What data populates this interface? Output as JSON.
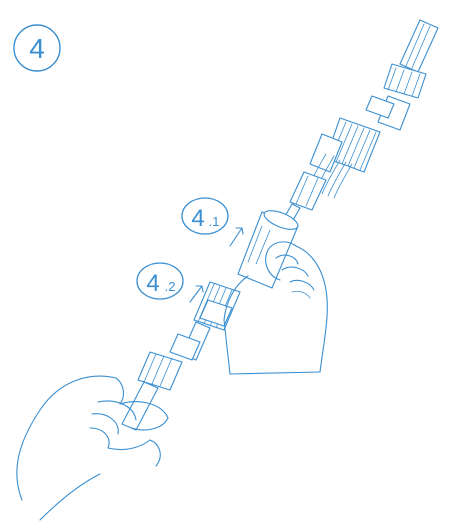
{
  "step": {
    "number": "4"
  },
  "callouts": [
    {
      "main": "4",
      "sub": ".1"
    },
    {
      "main": "4",
      "sub": ".2"
    }
  ],
  "colors": {
    "line": "#3b8fd0",
    "background": "#ffffff"
  },
  "icons": {
    "arrow_4_1": "arrow-up-right-icon",
    "arrow_4_2": "arrow-up-right-icon"
  }
}
